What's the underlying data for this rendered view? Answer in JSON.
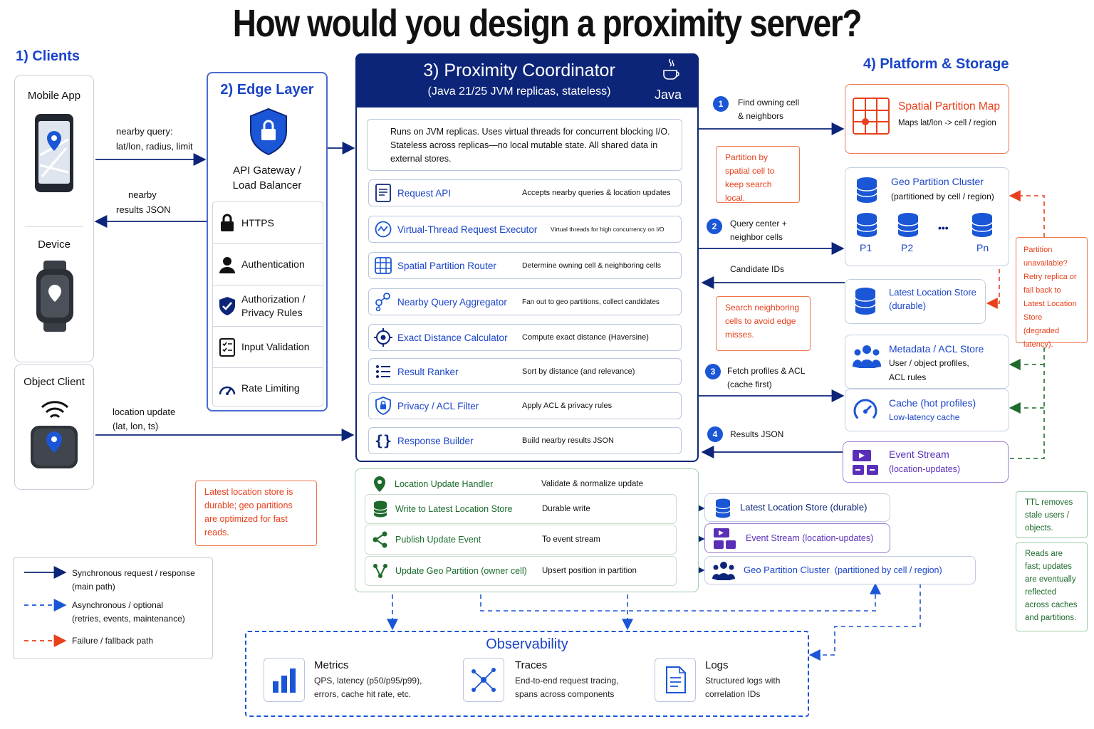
{
  "title": "How would you design a proximity server?",
  "sections": {
    "clients": "1) Clients",
    "edge": "2) Edge Layer",
    "coordinator_title": "3) Proximity Coordinator",
    "coordinator_sub": "(Java 21/25 JVM replicas, stateless)",
    "java_label": "Java",
    "platform": "4) Platform & Storage",
    "observability": "Observability"
  },
  "clients": {
    "mobile": "Mobile App",
    "device": "Device",
    "object": "Object Client"
  },
  "client_arrows": {
    "query_1": "nearby query:",
    "query_2": "lat/lon, radius, limit",
    "results_1": "nearby",
    "results_2": "results JSON",
    "update_1": "location update",
    "update_2": "(lat, lon, ts)"
  },
  "edge": {
    "gateway_1": "API Gateway /",
    "gateway_2": "Load Balancer",
    "items": [
      {
        "label": "HTTPS",
        "icon": "lock-icon"
      },
      {
        "label": "Authentication",
        "icon": "user-icon"
      },
      {
        "label": "Authorization /\nPrivacy Rules",
        "icon": "shield-check-icon"
      },
      {
        "label": "Input Validation",
        "icon": "checklist-icon"
      },
      {
        "label": "Rate Limiting",
        "icon": "gauge-icon"
      }
    ]
  },
  "coordinator": {
    "desc": "Runs on JVM replicas. Uses virtual threads for concurrent blocking I/O. Stateless across replicas—no local mutable state. All shared data in external stores.",
    "components": [
      {
        "name": "Request API",
        "desc": "Accepts nearby queries & location updates",
        "icon": "document-icon"
      },
      {
        "name": "Virtual-Thread Request Executor",
        "desc": "Virtual threads for high concurrency on I/O",
        "icon": "wave-icon"
      },
      {
        "name": "Spatial Partition Router",
        "desc": "Determine owning cell & neighboring cells",
        "icon": "grid-icon"
      },
      {
        "name": "Nearby Query Aggregator",
        "desc": "Fan out to geo partitions, collect candidates",
        "icon": "nodes-icon"
      },
      {
        "name": "Exact Distance Calculator",
        "desc": "Compute exact distance (Haversine)",
        "icon": "target-icon"
      },
      {
        "name": "Result Ranker",
        "desc": "Sort by distance (and relevance)",
        "icon": "list-icon"
      },
      {
        "name": "Privacy / ACL Filter",
        "desc": "Apply ACL & privacy rules",
        "icon": "shield-lock-icon"
      },
      {
        "name": "Response Builder",
        "desc": "Build nearby results JSON",
        "icon": "braces-icon"
      }
    ],
    "updates": [
      {
        "name": "Location Update Handler",
        "desc": "Validate & normalize update",
        "icon": "pin-icon"
      },
      {
        "name": "Write to Latest Location Store",
        "desc": "Durable write",
        "icon": "database-icon"
      },
      {
        "name": "Publish Update Event",
        "desc": "To event stream",
        "icon": "share-icon"
      },
      {
        "name": "Update Geo Partition (owner cell)",
        "desc": "Upsert position in partition",
        "icon": "branch-icon"
      }
    ]
  },
  "steps": [
    {
      "num": "1",
      "l1": "Find owning cell",
      "l2": "& neighbors"
    },
    {
      "num": "2",
      "l1": "Query center +",
      "l2": "neighbor cells"
    },
    {
      "num": "",
      "l1": "Candidate IDs",
      "l2": ""
    },
    {
      "num": "3",
      "l1": "Fetch profiles & ACL",
      "l2": "(cache first)"
    },
    {
      "num": "4",
      "l1": "Results JSON",
      "l2": ""
    }
  ],
  "storage": {
    "spatial_map": {
      "title": "Spatial Partition Map",
      "sub": "Maps lat/lon -> cell / region"
    },
    "geo_cluster": {
      "title": "Geo Partition Cluster",
      "sub": "(partitioned by cell / region)",
      "parts": [
        "P1",
        "P2",
        "•••",
        "Pn"
      ]
    },
    "latest_location": {
      "title": "Latest Location Store",
      "sub": "(durable)"
    },
    "metadata": {
      "title": "Metadata / ACL Store",
      "sub1": "User / object profiles,",
      "sub2": "ACL rules"
    },
    "cache": {
      "title": "Cache (hot profiles)",
      "sub": "Low-latency cache"
    },
    "event_stream": {
      "title": "Event Stream",
      "sub": "(location-updates)"
    }
  },
  "update_targets": {
    "latest": "Latest Location Store (durable)",
    "event": "Event Stream (location-updates)",
    "geo_a": "Geo Partition Cluster",
    "geo_b": "(partitioned by cell / region)"
  },
  "notes": {
    "partition": "Partition by spatial cell to keep search local.",
    "neighbors": "Search neighboring cells to avoid edge misses.",
    "failure": "Partition unavailable? Retry replica or fall back to Latest Location Store (degraded latency).",
    "durable": "Latest location store is durable; geo partitions are optimized for fast reads.",
    "ttl": "TTL removes stale users / objects.",
    "eventual": "Reads are fast; updates are eventually reflected across caches and partitions."
  },
  "legend": {
    "sync_1": "Synchronous request / response",
    "sync_2": "(main path)",
    "async_1": "Asynchronous / optional",
    "async_2": "(retries, events, maintenance)",
    "fail": "Failure / fallback path"
  },
  "observability": {
    "metrics": {
      "title": "Metrics",
      "d1": "QPS, latency (p50/p95/p99),",
      "d2": "errors, cache hit rate, etc."
    },
    "traces": {
      "title": "Traces",
      "d1": "End-to-end request tracing,",
      "d2": "spans across components"
    },
    "logs": {
      "title": "Logs",
      "d1": "Structured logs with",
      "d2": "correlation IDs"
    }
  },
  "colors": {
    "accent": "#1a44c8",
    "navy": "#0d2579",
    "failure": "#e8401c",
    "async_green": "#1e6b2c",
    "purple": "#5a2fb8"
  }
}
